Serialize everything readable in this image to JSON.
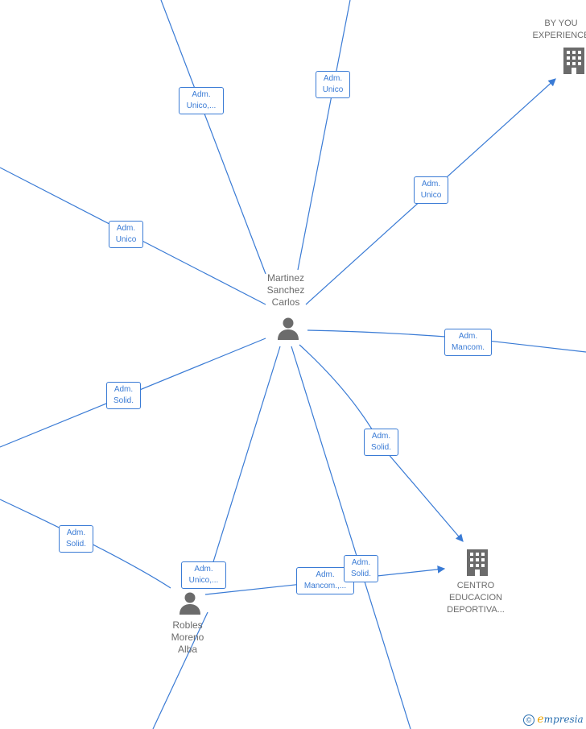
{
  "nodes": {
    "center_person": {
      "name_lines": [
        "Martinez",
        "Sanchez",
        "Carlos"
      ],
      "icon": "person-icon"
    },
    "second_person": {
      "name_lines": [
        "Robles",
        "Moreno",
        "Alba"
      ],
      "icon": "person-icon"
    },
    "company_top_right": {
      "name_lines": [
        "BY YOU",
        "EXPERIENCE"
      ],
      "icon": "building-icon"
    },
    "company_centro": {
      "name_lines": [
        "CENTRO",
        "EDUCACION",
        "DEPORTIVA..."
      ],
      "icon": "building-icon"
    }
  },
  "edge_labels": [
    {
      "lines": [
        "Adm.",
        "Unico,..."
      ]
    },
    {
      "lines": [
        "Adm.",
        "Unico"
      ]
    },
    {
      "lines": [
        "Adm.",
        "Unico"
      ]
    },
    {
      "lines": [
        "Adm.",
        "Unico"
      ]
    },
    {
      "lines": [
        "Adm.",
        "Mancom."
      ]
    },
    {
      "lines": [
        "Adm.",
        "Solid."
      ]
    },
    {
      "lines": [
        "Adm.",
        "Solid."
      ]
    },
    {
      "lines": [
        "Adm.",
        "Solid."
      ]
    },
    {
      "lines": [
        "Adm.",
        "Unico,..."
      ]
    },
    {
      "lines": [
        "Adm.",
        "Mancom.,..."
      ]
    },
    {
      "lines": [
        "Adm.",
        "Solid."
      ]
    }
  ],
  "colors": {
    "edge": "#3a7bd5",
    "node_text": "#6b6b6b",
    "icon": "#6b6b6b"
  },
  "brand": {
    "copyright": "©",
    "e": "e",
    "rest": "mpresia"
  }
}
